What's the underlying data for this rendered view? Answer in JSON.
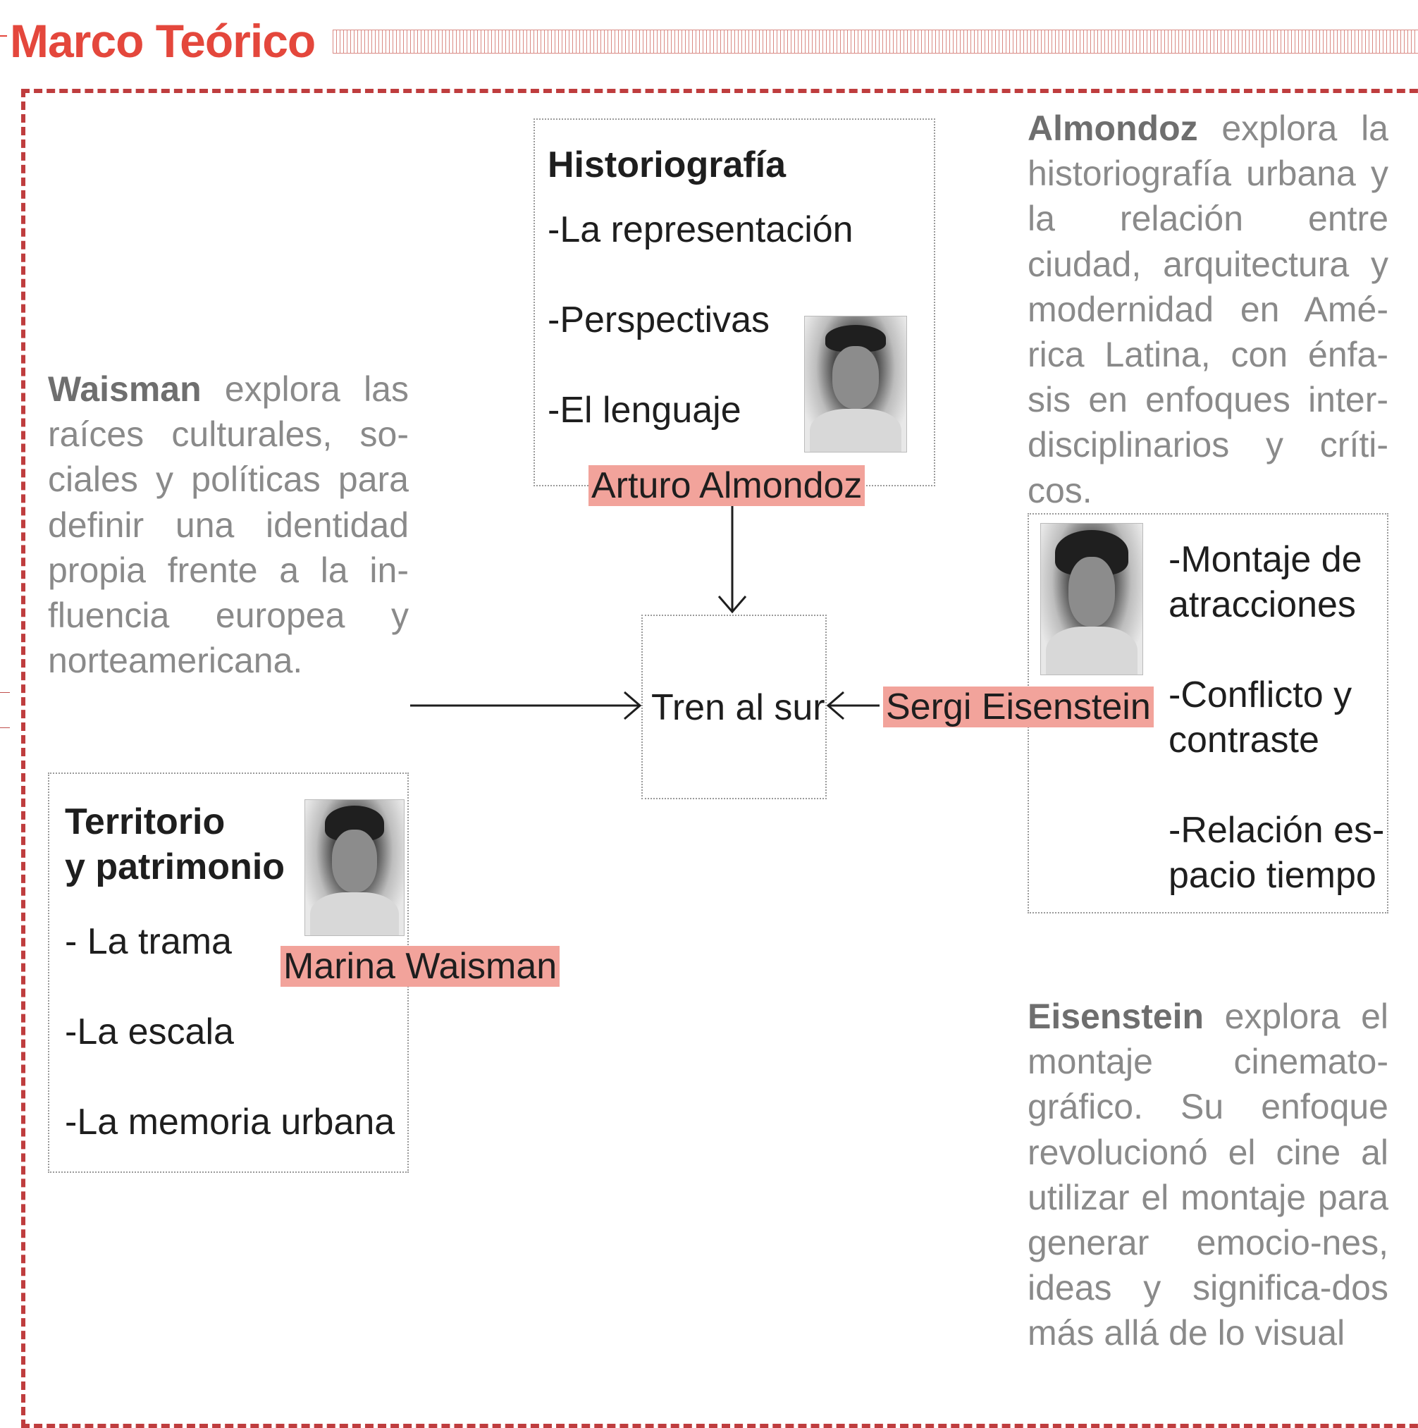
{
  "header": {
    "title": "Marco Teórico"
  },
  "center": {
    "label": "Tren al sur"
  },
  "almondoz": {
    "heading": "Historiografía",
    "items": [
      "-La representación",
      "-Perspectivas",
      "-El lenguaje"
    ],
    "name": "Arturo Almondoz",
    "description_bold": "Almondoz",
    "description_rest": " explora la historiografía urbana y la relación entre ciudad, arquitectura y modernidad en Amé-rica Latina, con énfa-sis en enfoques inter-disciplinarios y críti-cos."
  },
  "eisenstein": {
    "items": [
      "-Montaje de atracciones",
      "-Conflicto y contraste",
      "-Relación es-pacio tiempo"
    ],
    "name": "Sergi Eisenstein",
    "description_bold": "Eisenstein",
    "description_rest": " explora el montaje cinemato-gráfico. Su enfoque revolucionó el cine al utilizar el montaje para generar emocio-nes, ideas y significa-dos más allá de lo visual"
  },
  "waisman": {
    "heading_line1": "Territorio",
    "heading_line2": "y patrimonio",
    "items": [
      "- La trama",
      "-La escala",
      "-La memoria urbana"
    ],
    "name": "Marina Waisman",
    "description_bold": "Waisman",
    "description_rest": " explora las raíces culturales, so-ciales y políticas para definir una identidad propia frente a la in-fluencia europea y norteamericana."
  },
  "colors": {
    "accent": "#e4473c",
    "frame": "#bf3d3e",
    "highlight": "#f2a39b",
    "body_gray": "#8a8a8a"
  }
}
